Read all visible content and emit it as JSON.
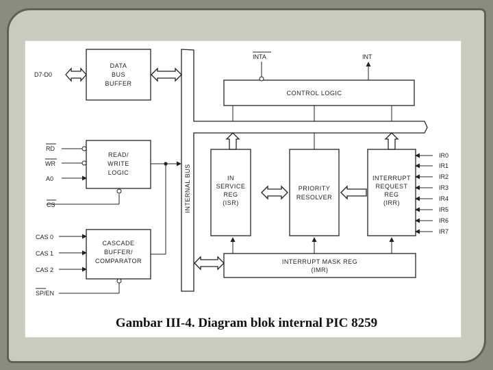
{
  "signals": {
    "data_bus": "D7-D0",
    "rd": "RD",
    "wr": "WR",
    "a0": "A0",
    "cs": "CS",
    "cas0": "CAS 0",
    "cas1": "CAS 1",
    "cas2": "CAS 2",
    "sp_en": "SP/EN",
    "inta": "INTA",
    "int": "INT",
    "ir": [
      "IR0",
      "IR1",
      "IR2",
      "IR3",
      "IR4",
      "IR5",
      "IR6",
      "IR7"
    ]
  },
  "blocks": {
    "data_bus_buffer": [
      "DATA",
      "BUS",
      "BUFFER"
    ],
    "read_write_logic": [
      "READ/",
      "WRITE",
      "LOGIC"
    ],
    "cascade_buffer": [
      "CASCADE",
      "BUFFER/",
      "COMPARATOR"
    ],
    "internal_bus": "INTERNAL BUS",
    "control_logic": "CONTROL LOGIC",
    "isr": [
      "IN",
      "SERVICE",
      "REG",
      "(ISR)"
    ],
    "priority_resolver": [
      "PRIORITY",
      "RESOLVER"
    ],
    "irr": [
      "INTERRUPT",
      "REQUEST",
      "REG",
      "(IRR)"
    ],
    "imr": [
      "INTERRUPT MASK REG",
      "(IMR)"
    ]
  },
  "caption": "Gambar III-4.  Diagram blok internal PIC 8259"
}
